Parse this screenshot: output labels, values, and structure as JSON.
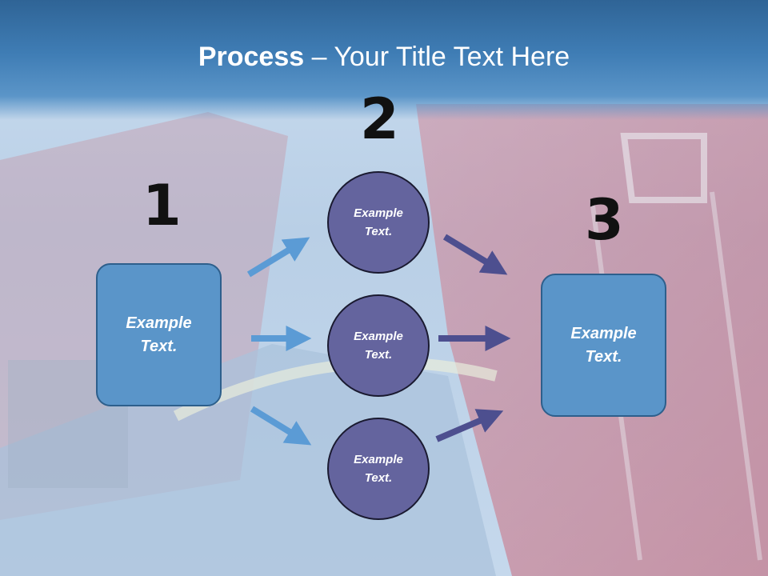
{
  "title": {
    "bold": "Process",
    "rest": " – Your Title Text Here"
  },
  "numbers": [
    "1",
    "2",
    "3"
  ],
  "left_box": {
    "line1": "Example",
    "line2": "Text."
  },
  "circles": [
    {
      "line1": "Example",
      "line2": "Text."
    },
    {
      "line1": "Example",
      "line2": "Text."
    },
    {
      "line1": "Example",
      "line2": "Text."
    }
  ],
  "right_box": {
    "line1": "Example",
    "line2": "Text."
  },
  "colors": {
    "box_fill": "#5a95c9",
    "circle_fill": "#64649e",
    "arrow_blue": "#5b9bd5",
    "arrow_purple": "#4d4f8f",
    "title_bar": "#3f7db5"
  }
}
